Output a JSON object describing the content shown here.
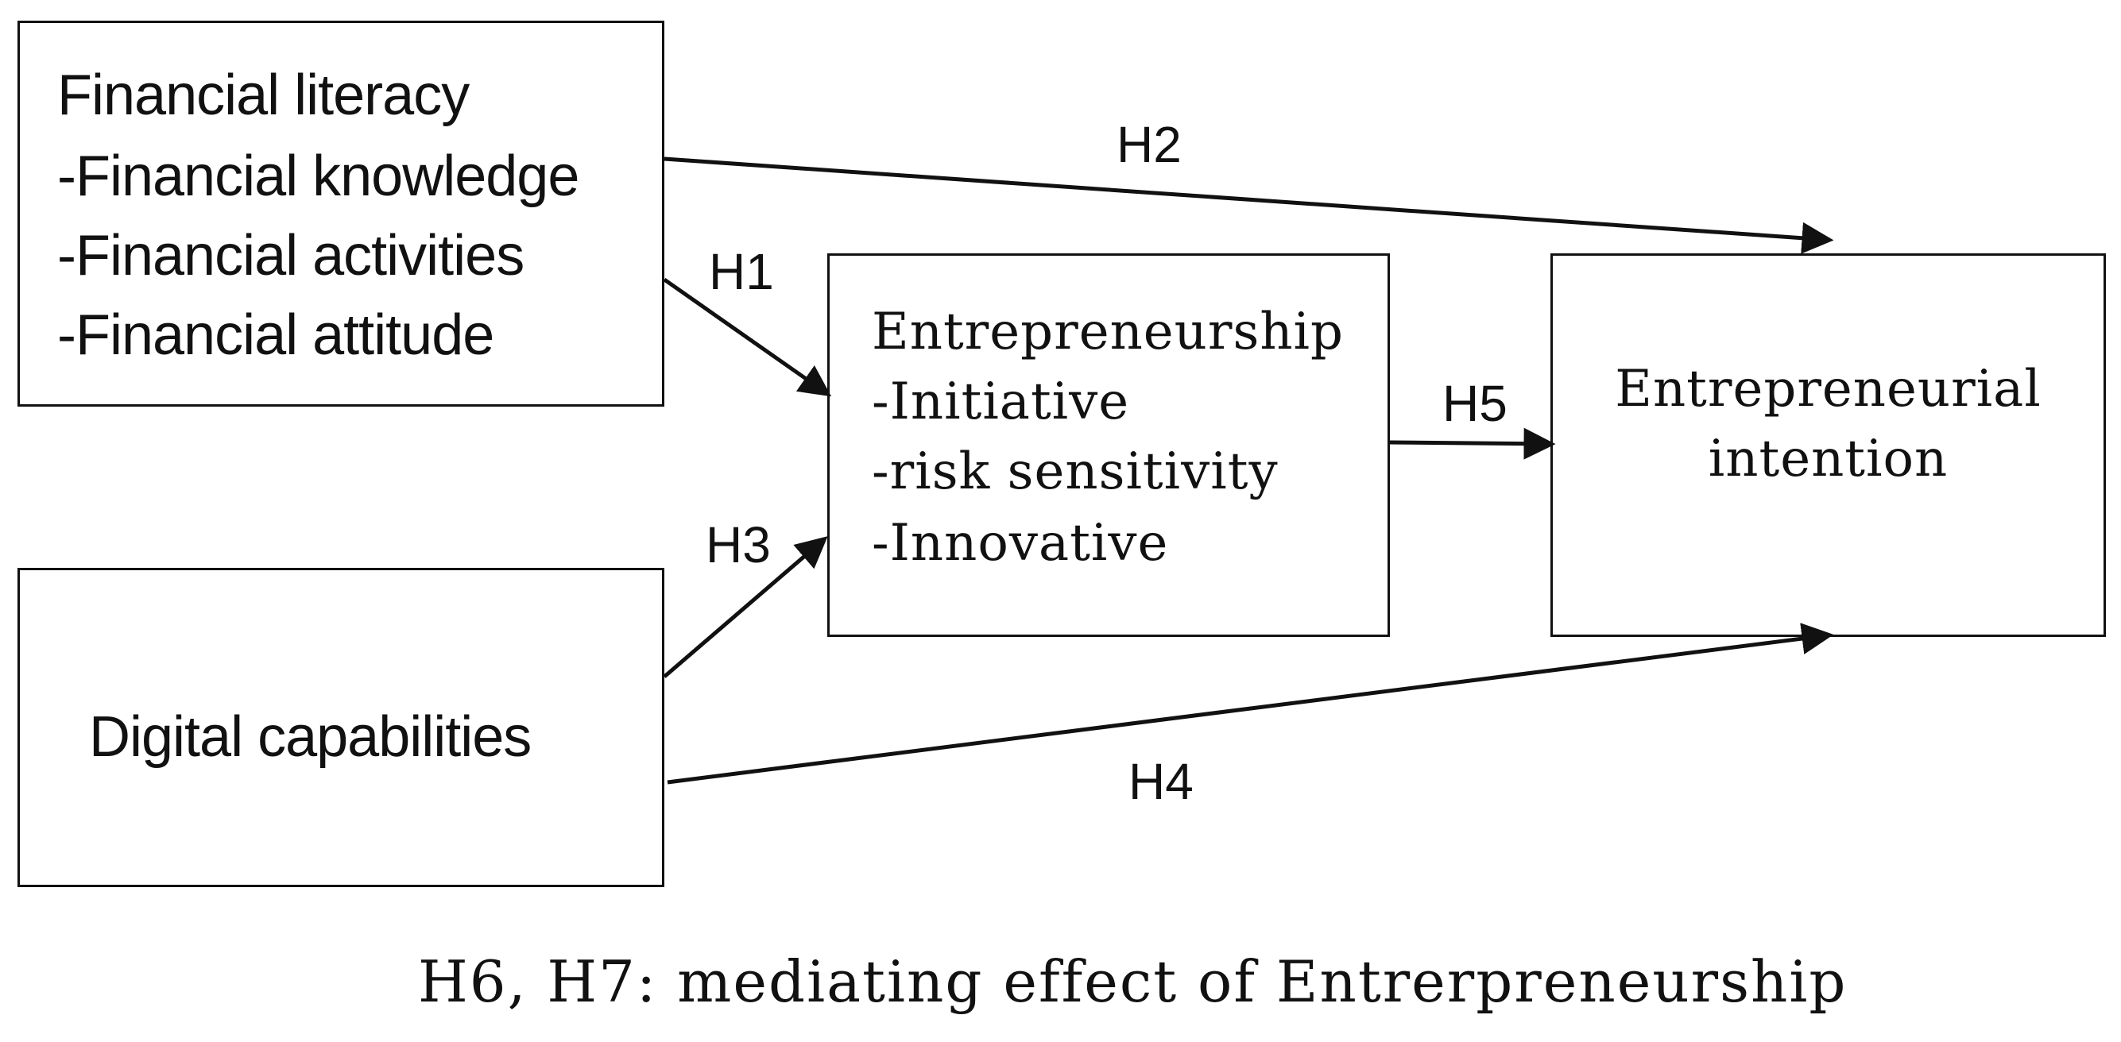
{
  "nodes": {
    "financial_literacy": {
      "title": "Financial literacy",
      "items": [
        "-Financial knowledge",
        "-Financial activities",
        "-Financial attitude"
      ]
    },
    "digital_capabilities": {
      "title": "Digital capabilities"
    },
    "entrepreneurship": {
      "title": "Entrepreneurship",
      "items": [
        "-Initiative",
        "-risk sensitivity",
        "-Innovative"
      ]
    },
    "entrepreneurial_intention": {
      "lines": [
        "Entrepreneurial",
        "intention"
      ]
    }
  },
  "edges": [
    {
      "id": "H1",
      "label": "H1",
      "from": "Financial literacy",
      "to": "Entrepreneurship"
    },
    {
      "id": "H2",
      "label": "H2",
      "from": "Financial literacy",
      "to": "Entrepreneurial intention"
    },
    {
      "id": "H3",
      "label": "H3",
      "from": "Digital capabilities",
      "to": "Entrepreneurship"
    },
    {
      "id": "H4",
      "label": "H4",
      "from": "Digital capabilities",
      "to": "Entrepreneurial intention"
    },
    {
      "id": "H5",
      "label": "H5",
      "from": "Entrepreneurship",
      "to": "Entrepreneurial intention"
    }
  ],
  "caption": "H6, H7: mediating effect of Entrerpreneurship",
  "colors": {
    "stroke": "#111111",
    "background": "#ffffff"
  }
}
